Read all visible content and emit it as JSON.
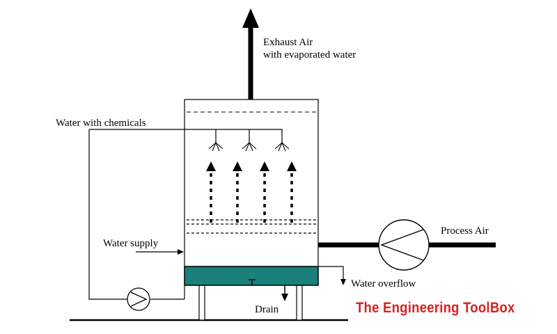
{
  "labels": {
    "exhaust_line1": "Exhaust Air",
    "exhaust_line2": "with evaporated water",
    "water_chemicals": "Water with chemicals",
    "water_supply": "Water supply",
    "process_air": "Process Air",
    "water_overflow": "Water overflow",
    "drain": "Drain"
  },
  "brand": {
    "text": "The Engineering ToolBox"
  },
  "colors": {
    "line": "#000000",
    "basin_water": "#1b7f7a",
    "brand_text": "#d81f1f",
    "background": "#ffffff"
  },
  "icons": {
    "exhaust": "arrow-up-icon",
    "pump": "pump-icon",
    "fan": "fan-icon",
    "spray": "spray-nozzle-icon"
  }
}
